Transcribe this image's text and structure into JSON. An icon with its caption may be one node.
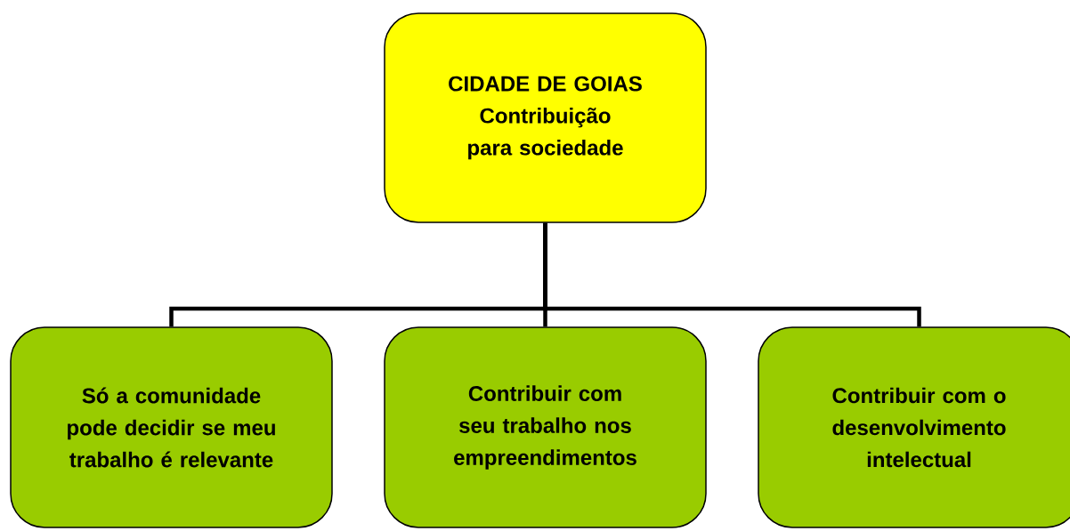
{
  "diagram": {
    "nodes": [
      {
        "text": [
          "CIDADE DE GOIAS Contribuição para sociedade"
        ]
      },
      {
        "text": [
          "Só a comunidade pode decidir se meu trabalho é relevante"
        ]
      },
      {
        "text": [
          "Contribuir com seu trabalho nos empreendimentos"
        ]
      },
      {
        "text": [
          "Contribuir com o desenvolvimento intelectual"
        ]
      }
    ],
    "edges": [
      {
        "from": 0,
        "to": 1,
        "arrow": "none"
      },
      {
        "from": 0,
        "to": 2,
        "arrow": "none"
      },
      {
        "from": 0,
        "to": 3,
        "arrow": "none"
      }
    ]
  }
}
